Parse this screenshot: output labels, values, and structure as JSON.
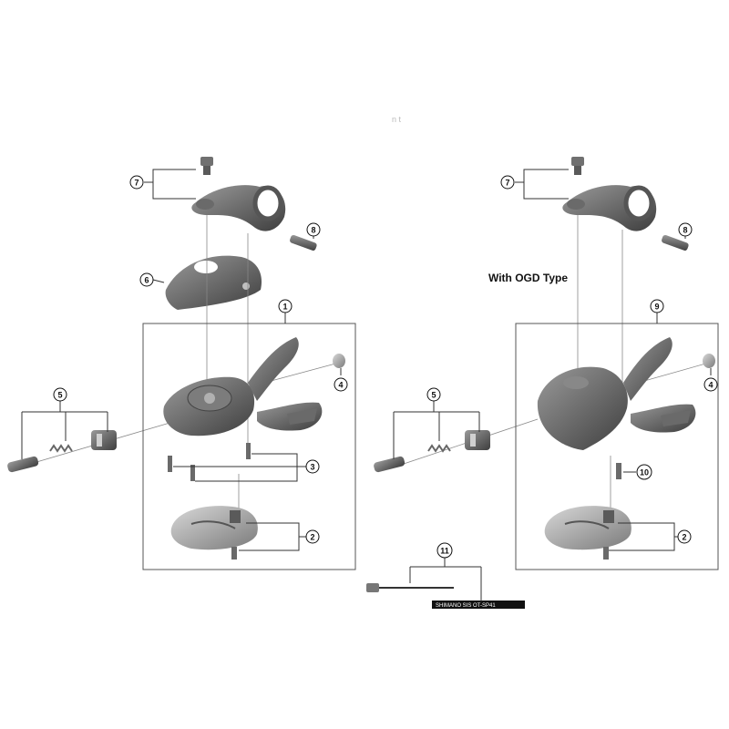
{
  "faint_mark": "n t",
  "heading": "With OGD Type",
  "callouts": {
    "c1": "1",
    "c2": "2",
    "c3": "3",
    "c4": "4",
    "c5": "5",
    "c6": "6",
    "c7": "7",
    "c8": "8",
    "c9": "9",
    "c10": "10",
    "c11": "11"
  },
  "cable_print": "SHIMANO SIS OT-SP41",
  "colors": {
    "part_dark": "#5a5a5a",
    "part_mid": "#8a8a8a",
    "part_light": "#bdbdbd",
    "line": "#444444",
    "box": "#555555"
  }
}
